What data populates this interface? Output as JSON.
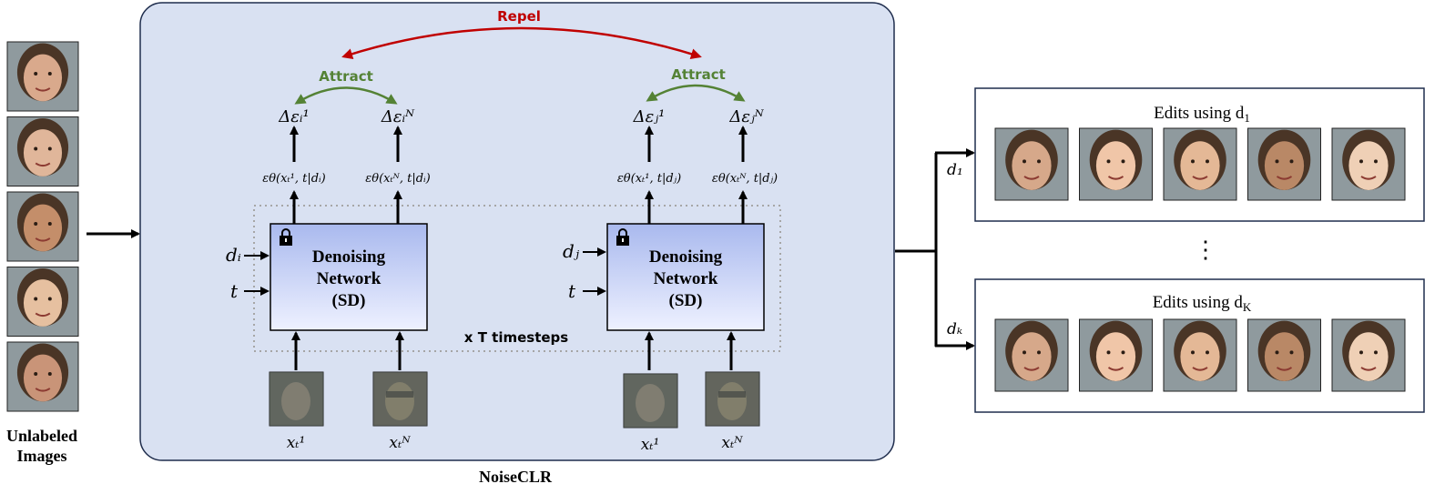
{
  "inputs": {
    "caption_line1": "Unlabeled",
    "caption_line2": "Images",
    "photo_skins": [
      "#d9a98c",
      "#e0b69a",
      "#c48e6a",
      "#e6c0a0",
      "#c99478"
    ]
  },
  "main_box": {
    "label": "NoiseCLR",
    "fill": "#d9e1f2",
    "border": "#1f2d4d"
  },
  "contrast": {
    "repel_label": "Repel",
    "repel_color": "#c00000",
    "attract_label": "Attract",
    "attract_color": "#548235"
  },
  "timesteps_label": "x T timesteps",
  "networks": [
    {
      "title_line1": "Denoising",
      "title_line2": "Network",
      "title_line3": "(SD)",
      "cond_input": "dᵢ",
      "time_input": "t",
      "output_1": "εθ(xₜ¹, t|dᵢ)",
      "output_n": "εθ(xₜᴺ, t|dᵢ)",
      "delta_1": "Δεᵢ¹",
      "delta_n": "Δεᵢᴺ",
      "noisy_1": "xₜ¹",
      "noisy_n": "xₜᴺ"
    },
    {
      "title_line1": "Denoising",
      "title_line2": "Network",
      "title_line3": "(SD)",
      "cond_input": "dⱼ",
      "time_input": "t",
      "output_1": "εθ(xₜ¹, t|dⱼ)",
      "output_n": "εθ(xₜᴺ, t|dⱼ)",
      "delta_1": "Δεⱼ¹",
      "delta_n": "Δεⱼᴺ",
      "noisy_1": "xₜ¹",
      "noisy_n": "xₜᴺ"
    }
  ],
  "edits": [
    {
      "title_prefix": "Edits using d",
      "title_sub": "1",
      "branch_label": "d₁"
    },
    {
      "title_prefix": "Edits using d",
      "title_sub": "K",
      "branch_label": "dₖ"
    }
  ],
  "edit_photo_skins": [
    "#d6a88a",
    "#f0c6a8",
    "#e4b896",
    "#b98866",
    "#efd0b6"
  ],
  "ellipsis": "⋮"
}
